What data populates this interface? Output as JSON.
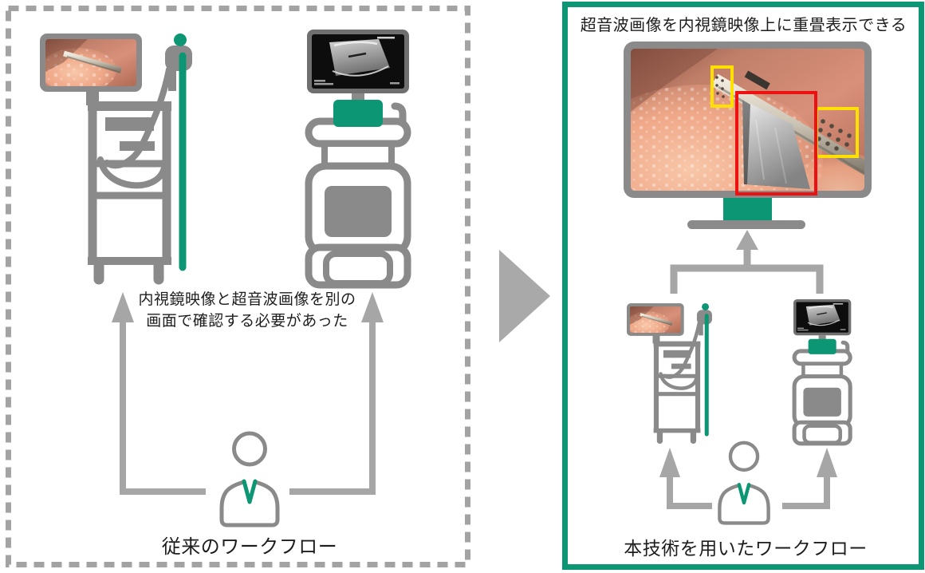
{
  "left_panel": {
    "note_line1": "内視鏡映像と超音波画像を別の",
    "note_line2": "画面で確認する必要があった",
    "label": "従来のワークフロー"
  },
  "right_panel": {
    "title": "超音波画像を内視鏡映像上に重畳表示できる",
    "label": "本技術を用いたワークフロー"
  },
  "icons": {
    "endoscope_system": "endoscope-tower-icon",
    "ultrasound_machine": "ultrasound-cart-icon",
    "surgeon": "person-icon",
    "overlay_monitor": "overlay-monitor-icon",
    "transition_arrow": "arrow-right-icon"
  },
  "colors": {
    "accent_green": "#0d9673",
    "machine_gray": "#8a8a8a",
    "arrow_gray": "#a6a6a6",
    "dashed_border_gray": "#a3a3a3",
    "transition_arrow_gray": "#a9a9a9",
    "highlight_red": "#ee1111",
    "highlight_yellow": "#ffe000"
  }
}
